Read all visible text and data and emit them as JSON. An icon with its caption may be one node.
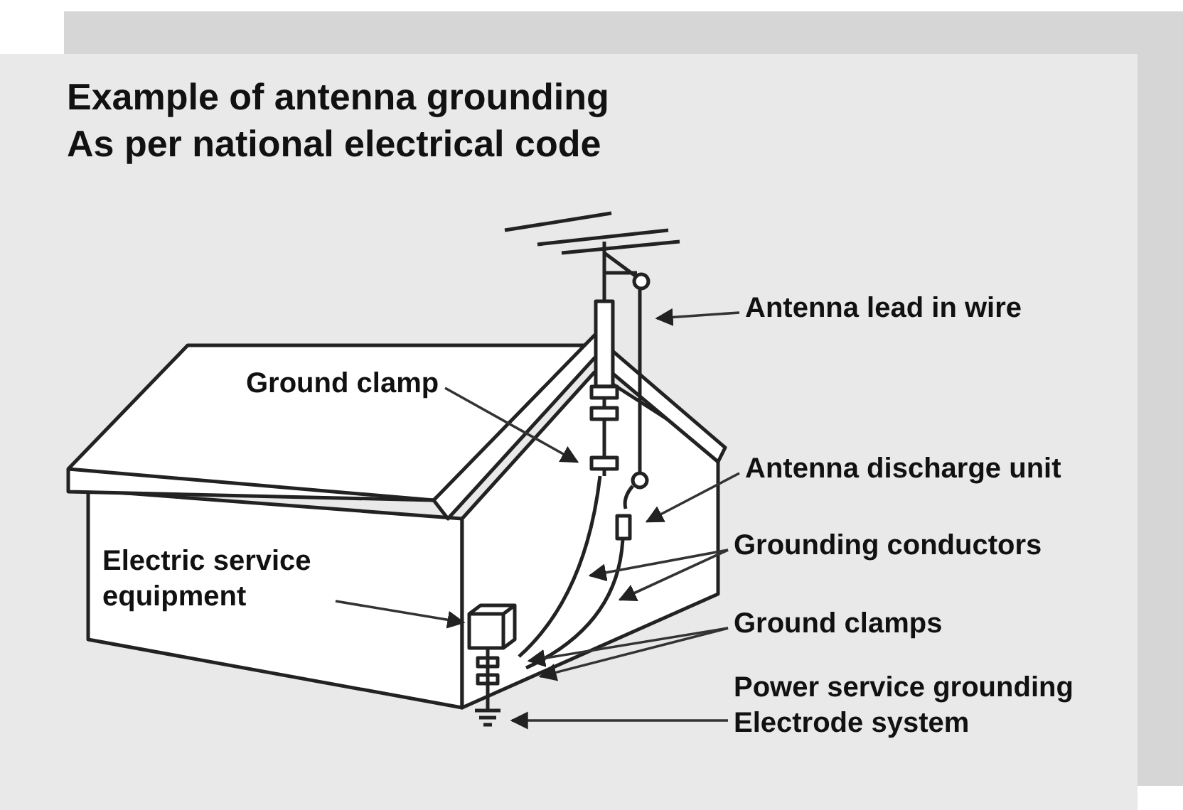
{
  "diagram": {
    "title": "Example of antenna grounding As per national electrical code",
    "nodes": [
      {
        "text": [
          "Ground clamp"
        ]
      },
      {
        "text": [
          "Electric service equipment"
        ]
      },
      {
        "text": [
          "Antenna lead in wire"
        ]
      },
      {
        "text": [
          "Antenna discharge unit"
        ]
      },
      {
        "text": [
          "Grounding conductors"
        ]
      },
      {
        "text": [
          "Ground clamps"
        ]
      },
      {
        "text": [
          "Power service grounding Electrode system"
        ]
      }
    ],
    "edges": [
      {
        "from": 0,
        "to": null,
        "arrow": "to"
      },
      {
        "from": 1,
        "to": null,
        "arrow": "to"
      },
      {
        "from": 2,
        "to": null,
        "arrow": "to"
      },
      {
        "from": 3,
        "to": null,
        "arrow": "to"
      },
      {
        "from": 4,
        "to": null,
        "arrow": "to"
      },
      {
        "from": 4,
        "to": null,
        "arrow": "to"
      },
      {
        "from": 5,
        "to": null,
        "arrow": "to"
      },
      {
        "from": 5,
        "to": null,
        "arrow": "to"
      },
      {
        "from": 6,
        "to": null,
        "arrow": "to"
      }
    ]
  }
}
